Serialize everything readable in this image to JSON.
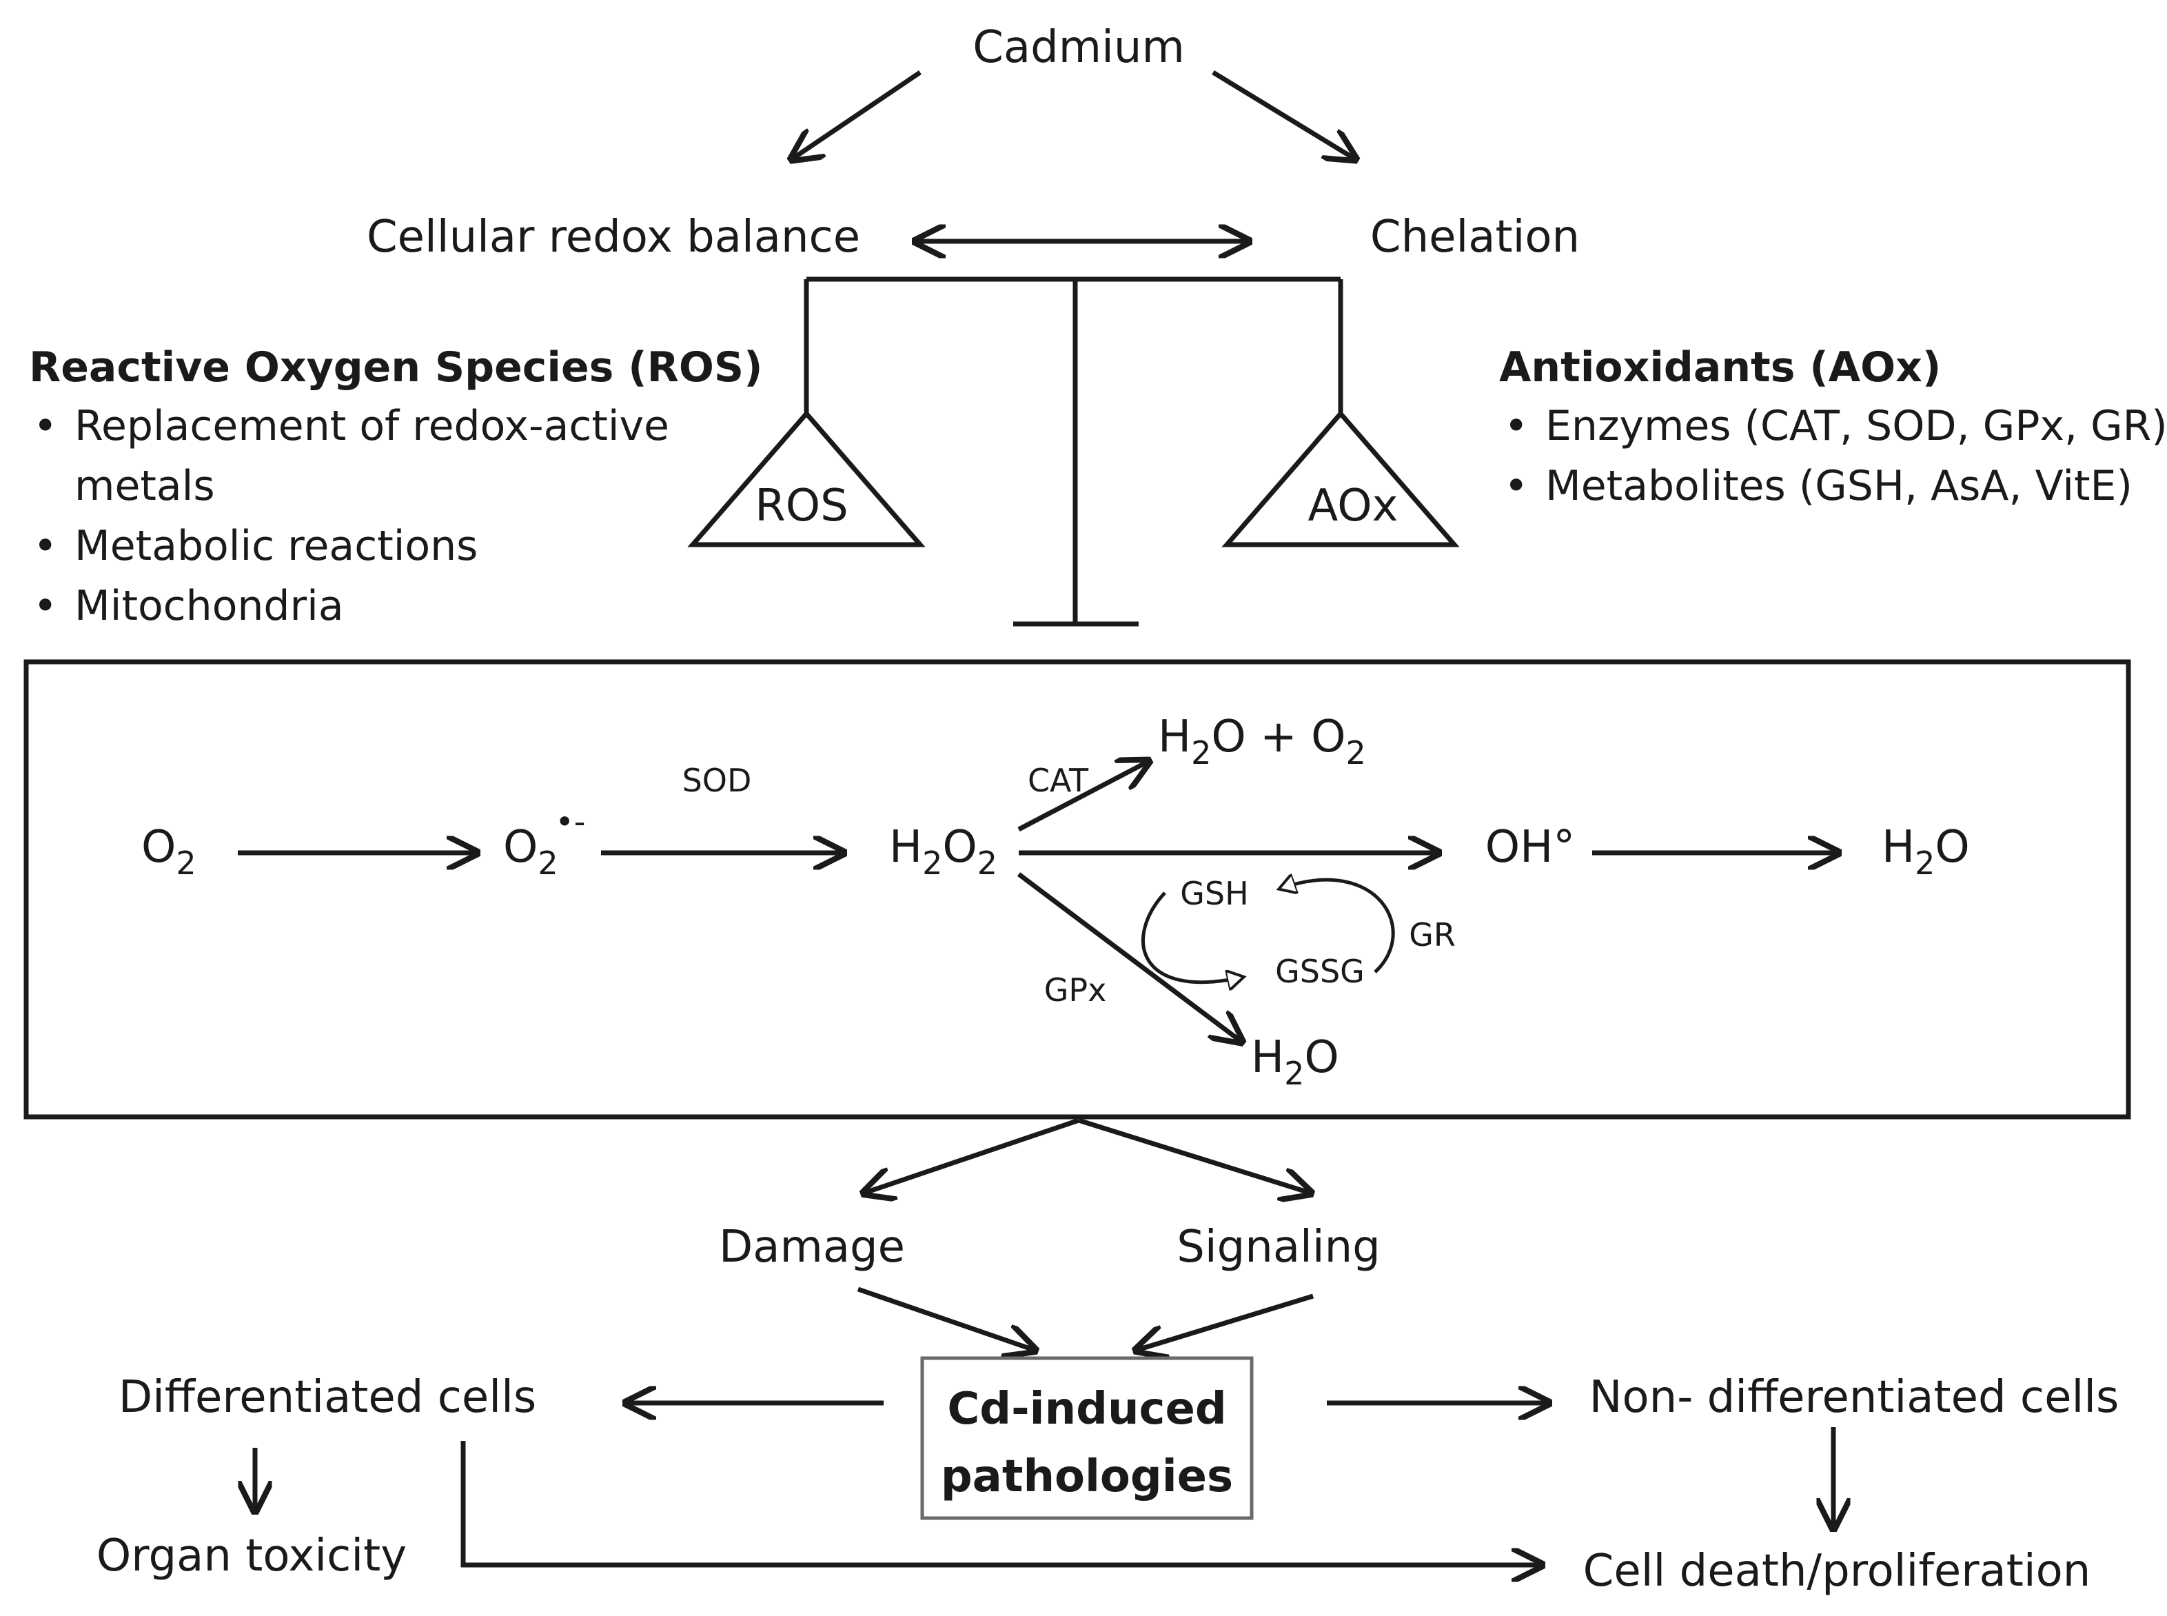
{
  "top": {
    "cadmium": "Cadmium",
    "redox": "Cellular redox balance",
    "chelation": "Chelation",
    "ros_tri": "ROS",
    "aox_tri": "AOx"
  },
  "ros_list": {
    "title": "Reactive Oxygen Species (ROS)",
    "items": [
      "Replacement of redox-active",
      "metals",
      "Metabolic reactions",
      "Mitochondria"
    ]
  },
  "aox_list": {
    "title": "Antioxidants (AOx)",
    "items": [
      "Enzymes (CAT, SOD, GPx, GR)",
      "Metabolites (GSH, AsA, VitE)"
    ]
  },
  "pathway": {
    "o2": "O",
    "sub2": "2",
    "superoxide_o": "O",
    "superoxide_sub": "2",
    "superoxide_sup": "•-",
    "sod": "SOD",
    "h2o2_h": "H",
    "h2o2_o": "O",
    "cat": "CAT",
    "h2o_o2_h": "H",
    "h2o_o2_rest": "O + O",
    "oh": "OH°",
    "h2o_final_h": "H",
    "h2o_final_o": "O",
    "gsh": "GSH",
    "gssg": "GSSG",
    "gr": "GR",
    "gpx": "GPx",
    "h2o_gpx_h": "H",
    "h2o_gpx_o": "O"
  },
  "bottom": {
    "damage": "Damage",
    "signaling": "Signaling",
    "center_line1": "Cd-induced",
    "center_line2": "pathologies",
    "diff": "Differentiated cells",
    "nondiff": "Non- differentiated cells",
    "organ": "Organ toxicity",
    "death": "Cell death/proliferation"
  }
}
